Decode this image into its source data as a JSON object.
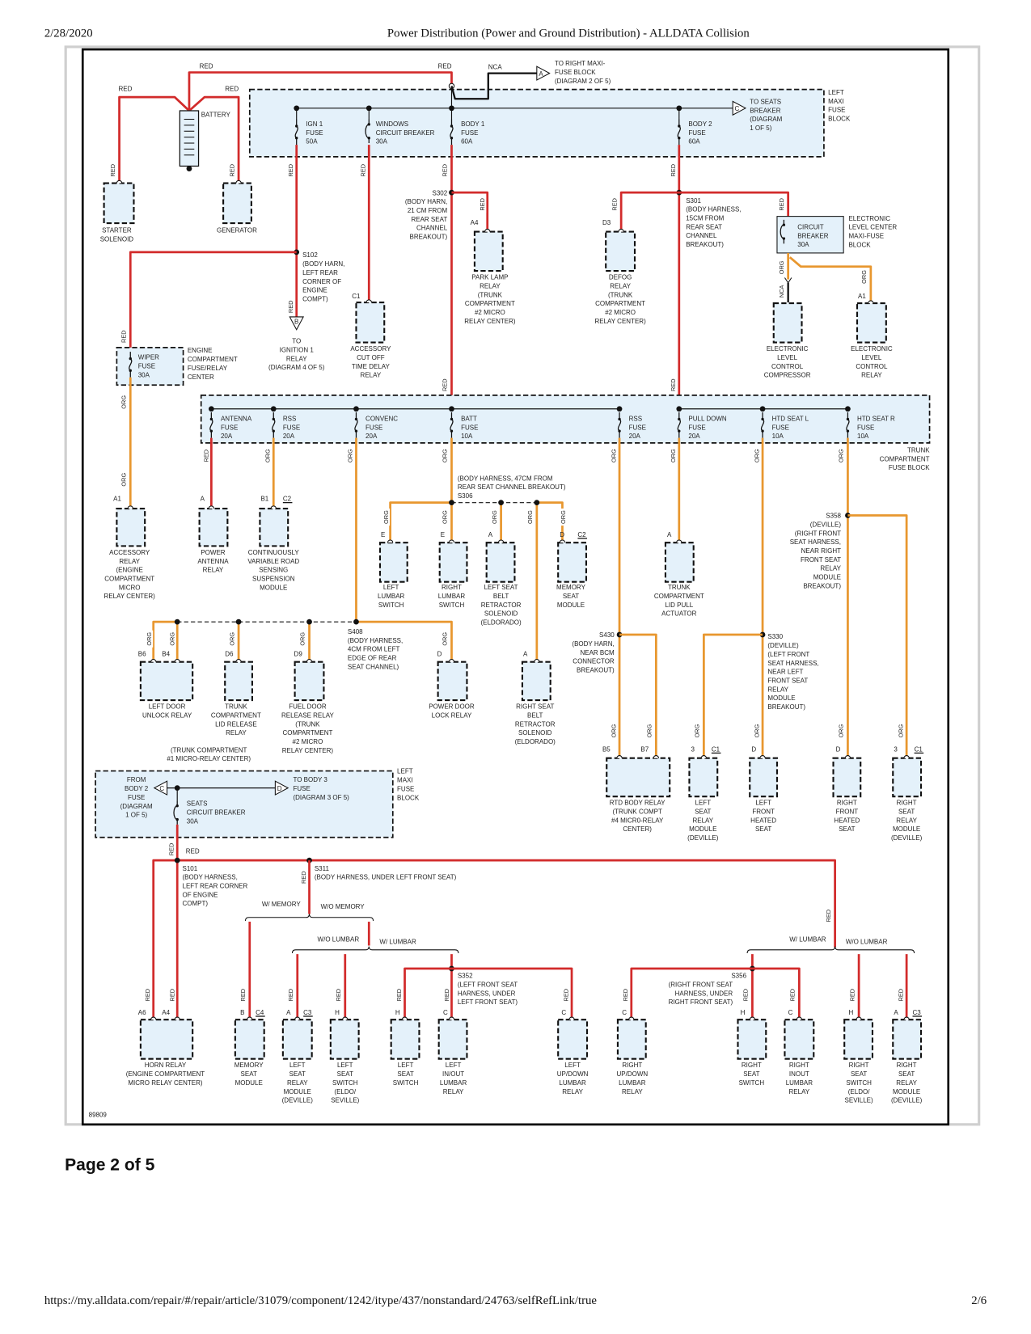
{
  "page_header": {
    "date": "2/28/2020",
    "title": "Power Distribution (Power and Ground Distribution) - ALLDATA Collision"
  },
  "colors": {
    "red": "#d22b2b",
    "org": "#e8972f",
    "block_fill": "#e4f1fa",
    "frame": "#000000"
  },
  "diagram": {
    "figure_number": "89809",
    "wire_colors": {
      "red": "RED",
      "org": "ORG",
      "nca": "NCA"
    },
    "connectors": {
      "a": "A",
      "b": "B",
      "c": "C",
      "d": "D"
    },
    "top": {
      "battery": "BATTERY",
      "starter": [
        "STARTER",
        "SOLENOID"
      ],
      "generator": [
        "GENERATOR"
      ],
      "to_right_maxi": [
        "TO RIGHT MAXI-",
        "FUSE BLOCK",
        "(DIAGRAM 2 OF 5)"
      ],
      "left_maxi_block": [
        "LEFT",
        "MAXI",
        "FUSE",
        "BLOCK"
      ],
      "to_seats_breaker": [
        "TO SEATS",
        "BREAKER",
        "(DIAGRAM",
        "1 OF 5)"
      ],
      "fuse_ign1": [
        "IGN 1",
        "FUSE",
        "50A"
      ],
      "fuse_windows": [
        "WINDOWS",
        "CIRCUIT BREAKER",
        "30A"
      ],
      "fuse_body1": [
        "BODY 1",
        "FUSE",
        "60A"
      ],
      "fuse_body2": [
        "BODY 2",
        "FUSE",
        "60A"
      ],
      "s302": [
        "S302",
        "(BODY HARN,",
        "21 CM FROM",
        "REAR SEAT",
        "CHANNEL",
        "BREAKOUT)"
      ],
      "s301": [
        "S301",
        "(BODY HARNESS,",
        "15CM FROM",
        "REAR SEAT",
        "CHANNEL",
        "BREAKOUT)"
      ],
      "s102": [
        "S102",
        "(BODY HARN,",
        "LEFT REAR",
        "CORNER OF",
        "ENGINE",
        "COMPT)"
      ],
      "park_lamp": {
        "pins": [
          "A4"
        ],
        "label": [
          "PARK LAMP",
          "RELAY",
          "(TRUNK",
          "COMPARTMENT",
          "#2 MICRO",
          "RELAY CENTER)"
        ]
      },
      "defog": {
        "pins": [
          "D3"
        ],
        "label": [
          "DEFOG",
          "RELAY",
          "(TRUNK",
          "COMPARTMENT",
          "#2 MICRO",
          "RELAY CENTER)"
        ]
      },
      "elc_breaker": [
        "CIRCUIT",
        "BREAKER",
        "30A"
      ],
      "elc_block": [
        "ELECTRONIC",
        "LEVEL CENTER",
        "MAXI-FUSE",
        "BLOCK"
      ],
      "elc_compressor": {
        "label": [
          "ELECTRONIC",
          "LEVEL",
          "CONTROL",
          "COMPRESSOR"
        ]
      },
      "elc_relay": {
        "pins": [
          "A1"
        ],
        "label": [
          "ELECTRONIC",
          "LEVEL",
          "CONTROL",
          "RELAY"
        ]
      },
      "to_ignition": [
        "TO",
        "IGNITION 1",
        "RELAY",
        "(DIAGRAM 4 OF 5)"
      ],
      "acc_cutoff": {
        "pins": [
          "C1"
        ],
        "label": [
          "ACCESSORY",
          "CUT OFF",
          "TIME DELAY",
          "RELAY"
        ]
      },
      "wiper_fuse": [
        "WIPER",
        "FUSE",
        "30A"
      ],
      "engine_center": [
        "ENGINE",
        "COMPARTMENT",
        "FUSE/RELAY",
        "CENTER"
      ]
    },
    "trunk": {
      "block_label": [
        "TRUNK",
        "COMPARTMENT",
        "FUSE BLOCK"
      ],
      "fuses": [
        [
          "ANTENNA",
          "FUSE",
          "20A"
        ],
        [
          "RSS",
          "FUSE",
          "20A"
        ],
        [
          "CONVENC",
          "FUSE",
          "20A"
        ],
        [
          "BATT",
          "FUSE",
          "10A"
        ],
        [
          "RSS",
          "FUSE",
          "20A"
        ],
        [
          "PULL DOWN",
          "FUSE",
          "20A"
        ],
        [
          "HTD SEAT L",
          "FUSE",
          "10A"
        ],
        [
          "HTD SEAT R",
          "FUSE",
          "10A"
        ]
      ],
      "accessory_relay": {
        "pins": [
          "A1"
        ],
        "label": [
          "ACCESSORY",
          "RELAY",
          "(ENGINE",
          "COMPARTMENT",
          "MICRO",
          "RELAY CENTER)"
        ]
      },
      "power_antenna": {
        "pins": [
          "A"
        ],
        "label": [
          "POWER",
          "ANTENNA",
          "RELAY"
        ]
      },
      "cvrss": {
        "pins": [
          "B1",
          "C2"
        ],
        "label": [
          "CONTINUOUSLY",
          "VARIABLE ROAD",
          "SENSING",
          "SUSPENSION",
          "MODULE"
        ]
      },
      "s306": [
        "(BODY HARNESS, 47CM FROM",
        "REAR SEAT CHANNEL BREAKOUT)",
        "S306"
      ],
      "left_lumbar": {
        "pins": [
          "E"
        ],
        "label": [
          "LEFT",
          "LUMBAR",
          "SWITCH"
        ]
      },
      "right_lumbar": {
        "pins": [
          "E"
        ],
        "label": [
          "RIGHT",
          "LUMBAR",
          "SWITCH"
        ]
      },
      "left_belt": {
        "pins": [
          "A"
        ],
        "label": [
          "LEFT SEAT",
          "BELT",
          "RETRACTOR",
          "SOLENOID",
          "(ELDORADO)"
        ]
      },
      "memory_seat": {
        "pins": [
          "D",
          "C2"
        ],
        "label": [
          "MEMORY",
          "SEAT",
          "MODULE"
        ]
      },
      "trunk_pull": {
        "pins": [
          "A"
        ],
        "label": [
          "TRUNK",
          "COMPARTMENT",
          "LID PULL",
          "ACTUATOR"
        ]
      },
      "s358": [
        "S358",
        "(DEVILLE)",
        "(RIGHT FRONT",
        "SEAT HARNESS,",
        "NEAR RIGHT",
        "FRONT SEAT",
        "RELAY",
        "MODULE",
        "BREAKOUT)"
      ],
      "s408": [
        "S408",
        "(BODY HARNESS,",
        "4CM FROM LEFT",
        "EDGE OF REAR",
        "SEAT CHANNEL)"
      ],
      "left_door_unlock": {
        "pins": [
          "B6",
          "B4"
        ],
        "label": [
          "LEFT DOOR",
          "UNLOCK RELAY"
        ]
      },
      "trunk_lid_release": {
        "pins": [
          "D6"
        ],
        "label": [
          "TRUNK",
          "COMPARTMENT",
          "LID RELEASE",
          "RELAY"
        ]
      },
      "fuel_door": {
        "pins": [
          "D9"
        ],
        "label": [
          "FUEL DOOR",
          "RELEASE RELAY",
          "(TRUNK",
          "COMPARTMENT",
          "#2 MICRO",
          "RELAY CENTER)"
        ]
      },
      "power_door_lock": {
        "pins": [
          "D"
        ],
        "label": [
          "POWER DOOR",
          "LOCK RELAY"
        ]
      },
      "right_belt": {
        "pins": [
          "A"
        ],
        "label": [
          "RIGHT SEAT",
          "BELT",
          "RETRACTOR",
          "SOLENOID",
          "(ELDORADO)"
        ]
      },
      "micro_center_1": [
        "(TRUNK COMPARTMENT",
        "#1 MICRO-RELAY CENTER)"
      ],
      "s430": [
        "S430",
        "(BODY HARN,",
        "NEAR BCM",
        "CONNECTOR",
        "BREAKOUT)"
      ],
      "rtd_body": {
        "pins": [
          "B5",
          "B7"
        ],
        "label": [
          "RTD BODY RELAY",
          "(TRUNK COMPT",
          "#4 MICR0-RELAY",
          "CENTER)"
        ]
      },
      "s330": [
        "S330",
        "(DEVILLE)",
        "(LEFT FRONT",
        "SEAT HARNESS,",
        "NEAR LEFT",
        "FRONT SEAT",
        "RELAY",
        "MODULE",
        "BREAKOUT)"
      ],
      "left_seat_relay": {
        "pins": [
          "3",
          "C1"
        ],
        "label": [
          "LEFT",
          "SEAT",
          "RELAY",
          "MODULE",
          "(DEVILLE)"
        ]
      },
      "left_heated": {
        "pins": [
          "D"
        ],
        "label": [
          "LEFT",
          "FRONT",
          "HEATED",
          "SEAT"
        ]
      },
      "right_heated": {
        "pins": [
          "D"
        ],
        "label": [
          "RIGHT",
          "FRONT",
          "HEATED",
          "SEAT"
        ]
      },
      "right_seat_relay": {
        "pins": [
          "3",
          "C1"
        ],
        "label": [
          "RIGHT",
          "SEAT",
          "RELAY",
          "MODULE",
          "(DEVILLE)"
        ]
      }
    },
    "seats": {
      "from_body2": [
        "FROM",
        "BODY 2",
        "FUSE",
        "(DIAGRAM",
        "1 OF 5)"
      ],
      "to_body3": [
        "TO BODY 3",
        "FUSE",
        "(DIAGRAM 3 OF 5)"
      ],
      "seats_breaker": [
        "SEATS",
        "CIRCUIT BREAKER",
        "30A"
      ],
      "left_maxi_block": [
        "LEFT",
        "MAXI",
        "FUSE",
        "BLOCK"
      ],
      "s101": [
        "S101",
        "(BODY HARNESS,",
        "LEFT REAR CORNER",
        "OF ENGINE",
        "COMPT)"
      ],
      "s311": [
        "S311",
        "(BODY HARNESS, UNDER LEFT FRONT SEAT)"
      ],
      "options": {
        "w_memory": "W/ MEMORY",
        "wo_memory": "W/O MEMORY",
        "wo_lumbar": "W/O LUMBAR",
        "w_lumbar": "W/ LUMBAR"
      },
      "s352": [
        "S352",
        "(LEFT FRONT SEAT",
        "HARNESS, UNDER",
        "LEFT FRONT SEAT)"
      ],
      "s356": [
        "S356",
        "(RIGHT FRONT SEAT",
        "HARNESS, UNDER",
        "RIGHT FRONT SEAT)"
      ],
      "horn_relay": {
        "pins": [
          "A6",
          "A4"
        ],
        "label": [
          "HORN RELAY",
          "(ENGINE COMPARTMENT",
          "MICRO RELAY CENTER)"
        ]
      },
      "memory_seat": {
        "pins": [
          "B",
          "C4"
        ],
        "label": [
          "MEMORY",
          "SEAT",
          "MODULE"
        ]
      },
      "left_seat_relay": {
        "pins": [
          "A",
          "C3"
        ],
        "label": [
          "LEFT",
          "SEAT",
          "RELAY",
          "MODULE",
          "(DEVILLE)"
        ]
      },
      "left_seat_switch_eldo": {
        "pins": [
          "H"
        ],
        "label": [
          "LEFT",
          "SEAT",
          "SWITCH",
          "(ELDO/",
          "SEVILLE)"
        ]
      },
      "left_seat_switch": {
        "pins": [
          "H"
        ],
        "label": [
          "LEFT",
          "SEAT",
          "SWITCH"
        ]
      },
      "left_inout": {
        "pins": [
          "C"
        ],
        "label": [
          "LEFT",
          "IN/OUT",
          "LUMBAR",
          "RELAY"
        ]
      },
      "left_updown": {
        "pins": [
          "C"
        ],
        "label": [
          "LEFT",
          "UP/DOWN",
          "LUMBAR",
          "RELAY"
        ]
      },
      "right_updown": {
        "pins": [
          "C"
        ],
        "label": [
          "RIGHT",
          "UP/DOWN",
          "LUMBAR",
          "RELAY"
        ]
      },
      "right_seat_switch": {
        "pins": [
          "H"
        ],
        "label": [
          "RIGHT",
          "SEAT",
          "SWITCH"
        ]
      },
      "right_inout": {
        "pins": [
          "C"
        ],
        "label": [
          "RIGHT",
          "INOUT",
          "LUMBAR",
          "RELAY"
        ]
      },
      "right_seat_switch_eldo": {
        "pins": [
          "H"
        ],
        "label": [
          "RIGHT",
          "SEAT",
          "SWITCH",
          "(ELDO/",
          "SEVILLE)"
        ]
      },
      "right_seat_relay": {
        "pins": [
          "A",
          "C3"
        ],
        "label": [
          "RIGHT",
          "SEAT",
          "RELAY",
          "MODULE",
          "(DEVILLE)"
        ]
      }
    }
  },
  "page_label": "Page 2 of 5",
  "footer": {
    "url": "https://my.alldata.com/repair/#/repair/article/31079/component/1242/itype/437/nonstandard/24763/selfRefLink/true",
    "page": "2/6"
  }
}
